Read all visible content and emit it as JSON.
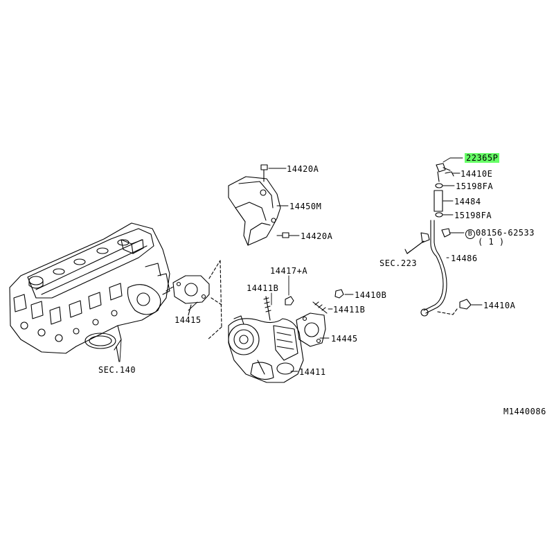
{
  "diagram": {
    "code": "M1440086",
    "parts": {
      "p22365P": "22365P",
      "p14410E": "14410E",
      "p15198FA_top": "15198FA",
      "p14484": "14484",
      "p15198FA_bottom": "15198FA",
      "p08156_circle": "B",
      "p08156": "08156-62533",
      "p08156_qty": "( 1 )",
      "p14486": "14486",
      "p14410A": "14410A",
      "sec223": "SEC.223",
      "p14420A_top": "14420A",
      "p14450M": "14450M",
      "p14420A_bottom": "14420A",
      "p14417A": "14417+A",
      "p14411B_left": "14411B",
      "p14410B": "14410B",
      "p14411B_right": "14411B",
      "p14445": "14445",
      "p14415": "14415",
      "p14411": "14411",
      "sec140": "SEC.140"
    },
    "highlight_color": "#66ff66"
  }
}
